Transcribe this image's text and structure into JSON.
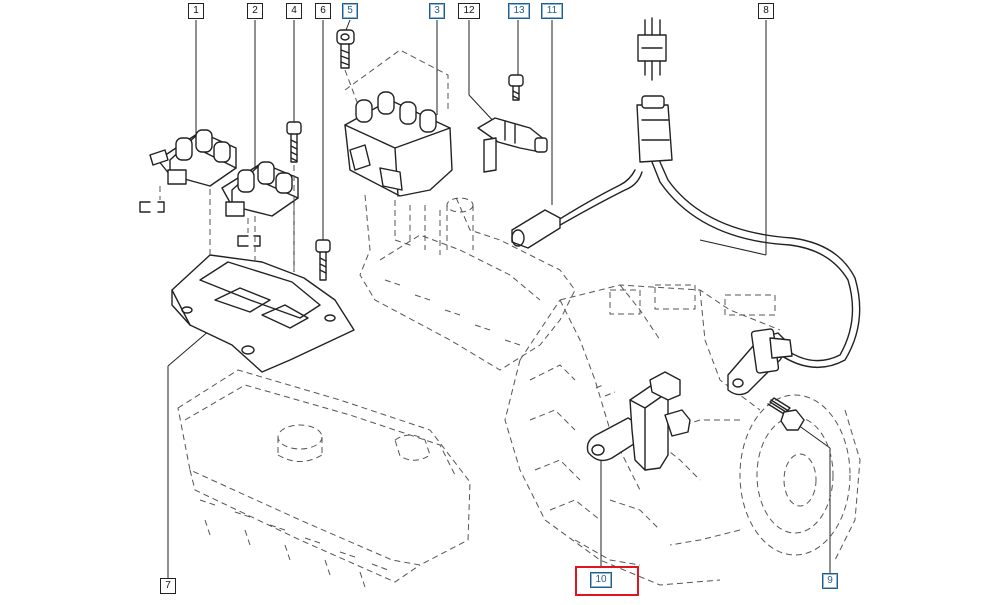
{
  "diagram": {
    "callouts": [
      {
        "id": "c1",
        "label": "1",
        "linked": false
      },
      {
        "id": "c2",
        "label": "2",
        "linked": false
      },
      {
        "id": "c4",
        "label": "4",
        "linked": false
      },
      {
        "id": "c6",
        "label": "6",
        "linked": false
      },
      {
        "id": "c5",
        "label": "5",
        "linked": true
      },
      {
        "id": "c3",
        "label": "3",
        "linked": true
      },
      {
        "id": "c12",
        "label": "12",
        "linked": false
      },
      {
        "id": "c13",
        "label": "13",
        "linked": true
      },
      {
        "id": "c11",
        "label": "11",
        "linked": true
      },
      {
        "id": "c8",
        "label": "8",
        "linked": false
      },
      {
        "id": "c7",
        "label": "7",
        "linked": false
      },
      {
        "id": "c9",
        "label": "9",
        "linked": true
      },
      {
        "id": "c10",
        "label": "10",
        "linked": true
      }
    ],
    "selected_callout": "10",
    "colors": {
      "line": "#222222",
      "dashed": "#555555",
      "link": "#1f5d8c",
      "highlight": "#e0161e"
    }
  }
}
